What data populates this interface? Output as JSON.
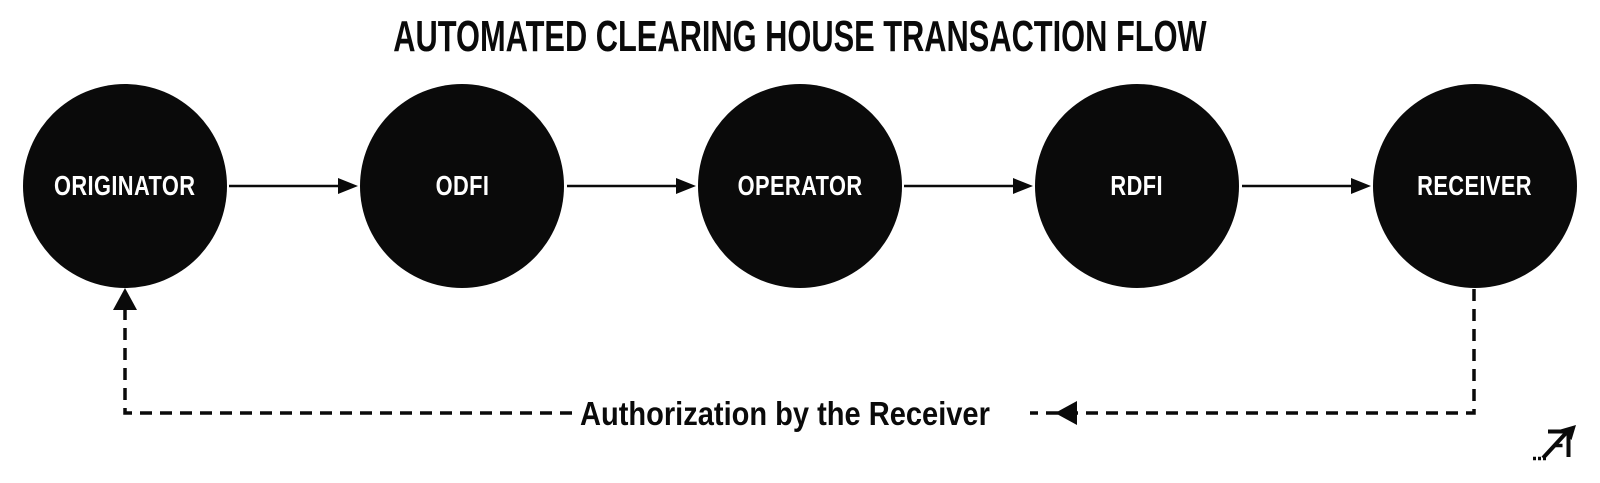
{
  "title": "AUTOMATED CLEARING HOUSE TRANSACTION FLOW",
  "diagram": {
    "type": "flow",
    "nodes": [
      {
        "id": "originator",
        "label": "ORIGINATOR"
      },
      {
        "id": "odfi",
        "label": "ODFI"
      },
      {
        "id": "operator",
        "label": "OPERATOR"
      },
      {
        "id": "rdfi",
        "label": "RDFI"
      },
      {
        "id": "receiver",
        "label": "RECEIVER"
      }
    ],
    "edges": [
      {
        "from": "originator",
        "to": "odfi",
        "style": "solid-arrow"
      },
      {
        "from": "odfi",
        "to": "operator",
        "style": "solid-arrow"
      },
      {
        "from": "operator",
        "to": "rdfi",
        "style": "solid-arrow"
      },
      {
        "from": "rdfi",
        "to": "receiver",
        "style": "solid-arrow"
      },
      {
        "from": "receiver",
        "to": "originator",
        "style": "dashed-arrow",
        "label": "Authorization by the Receiver"
      }
    ],
    "feedback_label": "Authorization by the Receiver"
  },
  "colors": {
    "background": "#ffffff",
    "node_fill": "#0a0a0a",
    "node_text": "#ffffff",
    "line": "#0a0a0a",
    "title_text": "#0a0a0a"
  },
  "icons": {
    "logo": "arrow-up-right-logo-icon",
    "feedback_arrowhead": "triangle-left-icon"
  }
}
